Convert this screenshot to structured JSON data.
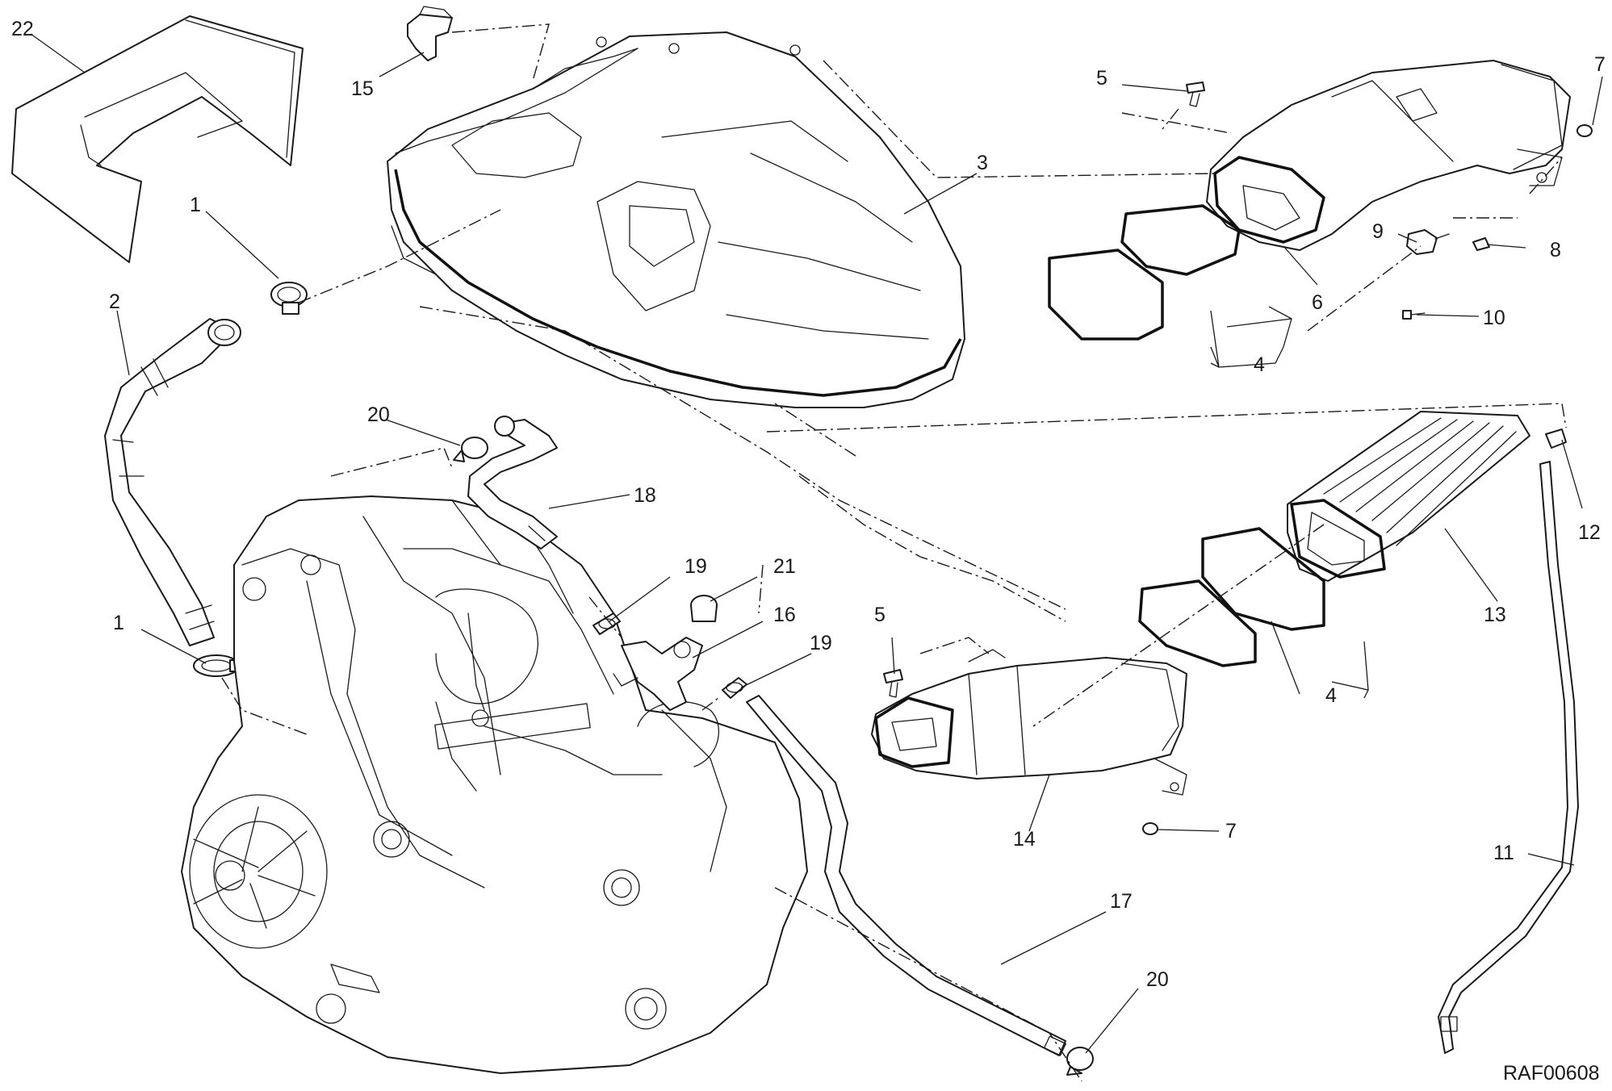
{
  "diagram": {
    "ref_code": "RAF00608",
    "callouts": [
      {
        "id": "c22",
        "label": "22"
      },
      {
        "id": "c15",
        "label": "15"
      },
      {
        "id": "c1a",
        "label": "1"
      },
      {
        "id": "c2",
        "label": "2"
      },
      {
        "id": "c3",
        "label": "3"
      },
      {
        "id": "c5a",
        "label": "5"
      },
      {
        "id": "c7a",
        "label": "7"
      },
      {
        "id": "c9",
        "label": "9"
      },
      {
        "id": "c8",
        "label": "8"
      },
      {
        "id": "c6",
        "label": "6"
      },
      {
        "id": "c10",
        "label": "10"
      },
      {
        "id": "c4a",
        "label": "4"
      },
      {
        "id": "c20a",
        "label": "20"
      },
      {
        "id": "c18",
        "label": "18"
      },
      {
        "id": "c12",
        "label": "12"
      },
      {
        "id": "c19a",
        "label": "19"
      },
      {
        "id": "c21",
        "label": "21"
      },
      {
        "id": "c16",
        "label": "16"
      },
      {
        "id": "c19b",
        "label": "19"
      },
      {
        "id": "c1b",
        "label": "1"
      },
      {
        "id": "c5b",
        "label": "5"
      },
      {
        "id": "c13",
        "label": "13"
      },
      {
        "id": "c4b",
        "label": "4"
      },
      {
        "id": "c14",
        "label": "14"
      },
      {
        "id": "c7b",
        "label": "7"
      },
      {
        "id": "c11",
        "label": "11"
      },
      {
        "id": "c17",
        "label": "17"
      },
      {
        "id": "c20b",
        "label": "20"
      }
    ]
  }
}
